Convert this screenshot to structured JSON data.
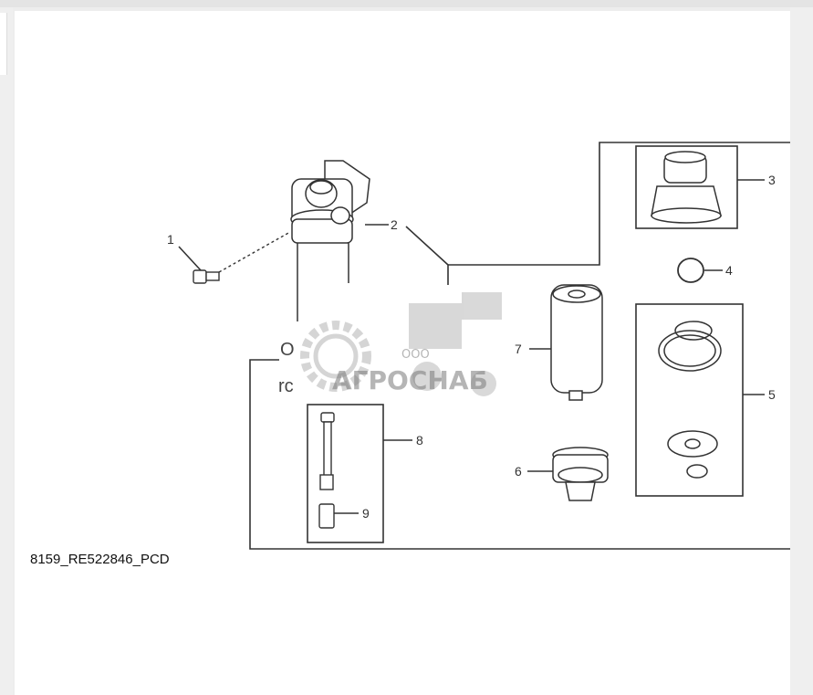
{
  "diagram": {
    "figure_id": "8159_RE522846_PCD",
    "callouts": [
      "1",
      "2",
      "3",
      "4",
      "5",
      "6",
      "7",
      "8",
      "9"
    ],
    "cutoff_fragments": [
      "O",
      "rc"
    ],
    "watermark": {
      "prefix": "ООО",
      "name": "АГРОСНАБ"
    }
  },
  "colors": {
    "line": "#333333",
    "panel": "#ffffff",
    "background": "#ededed",
    "watermark": "#7a7a7a"
  }
}
